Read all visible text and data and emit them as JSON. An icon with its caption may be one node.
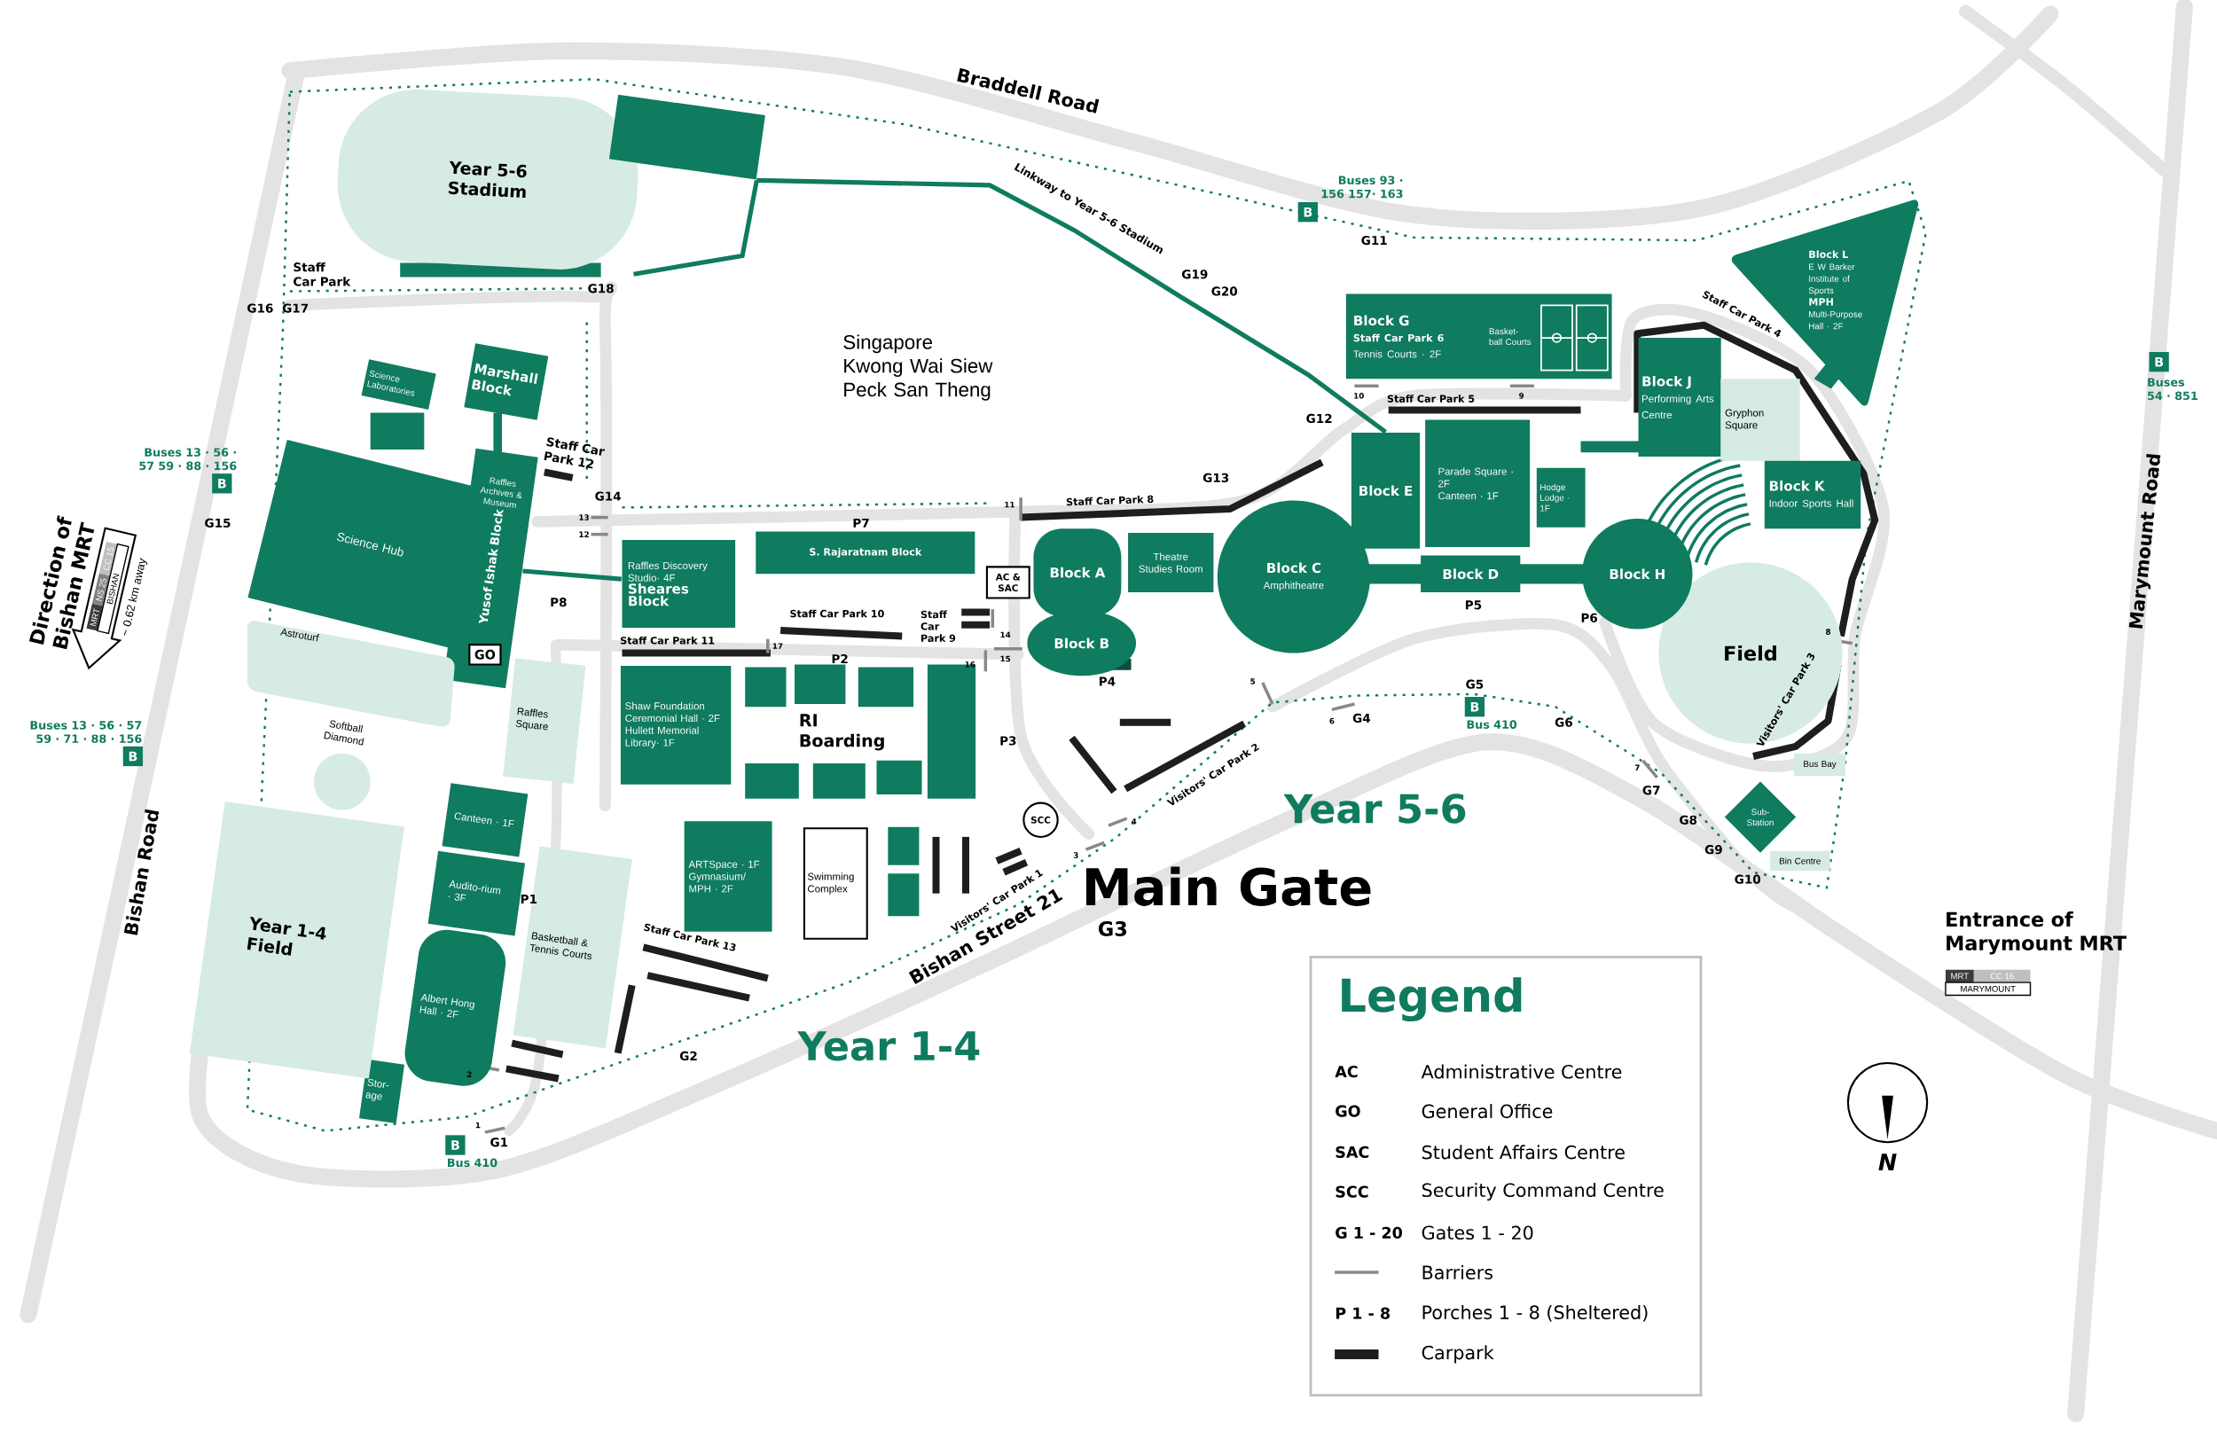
{
  "diagram": {
    "nodes": [
      {
        "text": [
          "Year 5-6 Stadium"
        ]
      },
      {
        "text": [],
        "shape": "box"
      },
      {
        "text": [
          "Science Laboratories"
        ]
      },
      {
        "text": [
          "Marshall Block"
        ]
      },
      {
        "text": [
          "Science Hub"
        ]
      },
      {
        "text": [
          "Raffles Archives & Museum",
          "Yusof Ishak Block"
        ]
      },
      {
        "text": [
          "GO"
        ],
        "in": 5
      },
      {
        "text": [
          "Raffles Discovery Studio· 4F",
          "Sheares Block"
        ]
      },
      {
        "text": [
          "S. Rajaratnam Block"
        ]
      },
      {
        "text": [
          "AC & SAC"
        ]
      },
      {
        "text": [
          "Block A"
        ]
      },
      {
        "text": [
          "Theatre Studies Room"
        ]
      },
      {
        "text": [
          "Block B"
        ]
      },
      {
        "text": [
          "Block C",
          "Amphitheatre"
        ]
      },
      {
        "text": [
          "Block E"
        ]
      },
      {
        "text": [
          "Parade Square · 2F",
          "Canteen · 1F"
        ]
      },
      {
        "text": [
          "Hodge Lodge · 1F"
        ]
      },
      {
        "text": [
          "Block D"
        ]
      },
      {
        "text": [
          "Block G",
          "Staff Car Park 6",
          "Tennis Courts · 2F"
        ]
      },
      {
        "text": [
          "Basket-ball Courts"
        ],
        "in": 18
      },
      {
        "text": [
          "Block J",
          "Performing Arts Centre"
        ]
      },
      {
        "text": [
          "Gryphon Square"
        ]
      },
      {
        "text": [
          "Block K",
          "Indoor Sports Hall"
        ]
      },
      {
        "text": [
          "Block H"
        ]
      },
      {
        "text": [
          "Field"
        ]
      },
      {
        "text": [
          "Block L",
          "E W Barker Institute of Sports",
          "MPH",
          "Multi-Purpose Hall · 2F"
        ]
      },
      {
        "text": [
          "Sub-Station"
        ]
      },
      {
        "text": [
          "Bus Bay"
        ]
      },
      {
        "text": [
          "Bin Centre"
        ]
      },
      {
        "text": [
          "Shaw Foundation Ceremonial Hall · 2F",
          "Hullett Memorial Library· 1F"
        ]
      },
      {
        "text": [
          "RI Boarding"
        ]
      },
      {
        "text": [
          "ARTSpace · 1F",
          "Gymnasium/ MPH · 2F"
        ]
      },
      {
        "text": [
          "Swimming Complex"
        ]
      },
      {
        "text": [
          "Canteen · 1F"
        ]
      },
      {
        "text": [
          "Audito-rium · 3F"
        ]
      },
      {
        "text": [
          "Albert Hong Hall · 2F"
        ]
      },
      {
        "text": [
          "Stor-age"
        ]
      },
      {
        "text": [
          "Basketball & Tennis Courts"
        ]
      },
      {
        "text": [
          "Year 1-4 Field"
        ]
      },
      {
        "text": [
          "Softball Diamond"
        ]
      },
      {
        "text": [
          "Astroturf"
        ]
      },
      {
        "text": [
          "Raffles Square"
        ]
      },
      {
        "text": [
          "SCC"
        ]
      },
      {
        "text": [
          "B"
        ],
        "beside": [
          "Buses 93 · 156 157· 163"
        ]
      },
      {
        "text": [
          "B"
        ],
        "beside": [
          "Buses 13 · 56 · 57 59 · 88 · 156"
        ]
      },
      {
        "text": [
          "B"
        ],
        "beside": [
          "Buses 13 · 56 · 57 59 · 71 · 88 · 156"
        ]
      },
      {
        "text": [
          "B"
        ],
        "beside": [
          "Bus 410"
        ]
      },
      {
        "text": [
          "B"
        ],
        "beside": [
          "Bus 410"
        ]
      },
      {
        "text": [
          "B"
        ],
        "beside": [
          "Buses 54 · 851"
        ]
      }
    ],
    "edges": [
      {
        "from": 1,
        "to": 14,
        "arrow": "none",
        "label": "Linkway to Year 5-6 Stadium"
      },
      {
        "from": 5,
        "to": 7,
        "arrow": "none"
      },
      {
        "from": 0,
        "to": 1,
        "arrow": "none"
      }
    ],
    "labels": [
      "Braddell Road",
      "G11",
      "Staff Car Park",
      "G16",
      "G17",
      "G18",
      "G19",
      "G20",
      "Singapore Kwong Wai Siew Peck San Theng",
      "Staff Car Park 4",
      "10",
      "9",
      "Staff Car Park 5",
      "G12",
      "Staff Car Park 12",
      "G14",
      "G13",
      "Staff Car Park 8",
      "11",
      "13",
      "12",
      "P7",
      "G15",
      "P8",
      "14",
      "Staff Car Park 10",
      "Staff Car Park 9",
      "Staff Car Park 11",
      "17",
      "P2",
      "15",
      "16",
      "P4",
      "P5",
      "P6",
      "G5",
      "5",
      "6",
      "G4",
      "G6",
      "8",
      "Visitors' Car Park 3",
      "P3",
      "Visitors' Car Park 2",
      "7",
      "G7",
      "Year 5-6",
      "G8",
      "4",
      "G9",
      "3",
      "G10",
      "Visitors' Car Park 1",
      "Main Gate",
      "P1",
      "G3",
      "Bishan Street 21",
      "Staff Car Park 13",
      "Year 1-4",
      "G2",
      "2",
      "1",
      "G1",
      "Bishan Road",
      "Marymount Road",
      "Direction of Bishan MRT",
      "MRT",
      "NS 25",
      "CC 15",
      "BISHAN",
      "~ 0.62 km away",
      "Entrance of Marymount MRT",
      "MRT",
      "CC 16",
      "MARYMOUNT",
      "N",
      "Legend",
      "AC",
      "GO",
      "SAC",
      "SCC",
      "G 1 - 20",
      "P 1 - 8"
    ],
    "legend": [
      {
        "text": "Administrative Centre"
      },
      {
        "text": "General Office"
      },
      {
        "text": "Student Affairs Centre"
      },
      {
        "text": "Security Command Centre"
      },
      {
        "text": "Gates 1 - 20"
      },
      {
        "text": "Barriers"
      },
      {
        "text": "Porches 1 - 8 (Sheltered)"
      },
      {
        "text": "Carpark",
        "color": "#1e1e1e"
      }
    ]
  }
}
